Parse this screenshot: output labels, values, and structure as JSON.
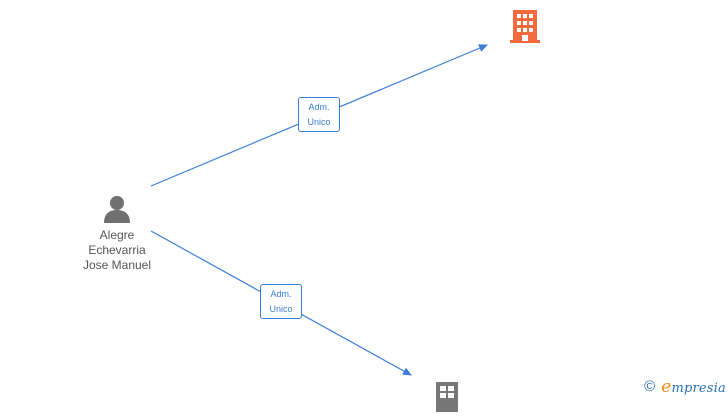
{
  "diagram": {
    "person": {
      "name_lines": [
        "Alegre",
        "Echevarria",
        "Jose Manuel"
      ],
      "icon": "person-icon"
    },
    "companies": [
      {
        "icon": "building-icon",
        "color": "#f26a3d"
      },
      {
        "icon": "building-icon",
        "color": "#777777"
      }
    ],
    "edges": [
      {
        "label_lines": [
          "Adm.",
          "Unico"
        ],
        "color": "#3b7dd8"
      },
      {
        "label_lines": [
          "Adm.",
          "Unico"
        ],
        "color": "#3b7dd8"
      }
    ]
  },
  "watermark": {
    "copyright_symbol": "©",
    "brand_initial": "e",
    "brand_rest": "mpresia"
  }
}
